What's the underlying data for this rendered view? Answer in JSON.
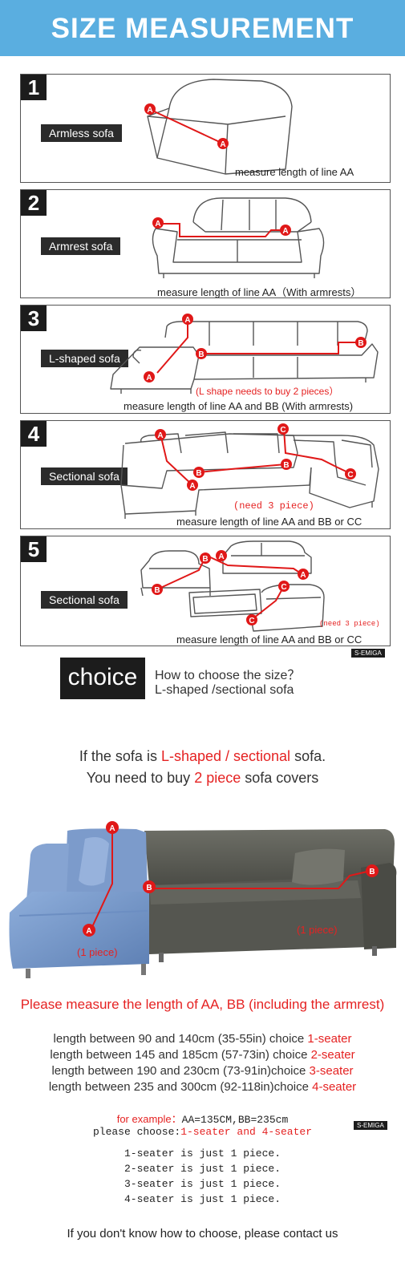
{
  "header": {
    "title": "SIZE MEASUREMENT"
  },
  "panels": [
    {
      "num": "1",
      "type": "Armless sofa",
      "caption": "measure length of line AA"
    },
    {
      "num": "2",
      "type": "Armrest sofa",
      "caption": "measure length of line AA（With armrests）"
    },
    {
      "num": "3",
      "type": "L-shaped sofa",
      "note": "(L shape needs to buy 2 pieces）",
      "caption": "measure length of line AA and BB (With armrests)"
    },
    {
      "num": "4",
      "type": "Sectional sofa",
      "note": "(need 3 piece)",
      "caption": "measure length of line AA and BB or CC"
    },
    {
      "num": "5",
      "type": "Sectional sofa",
      "note": "(need 3 piece)",
      "caption": "measure length of line AA and BB or CC"
    }
  ],
  "markers": {
    "a": "A",
    "b": "B",
    "c": "C"
  },
  "brand": "S-EMIGA",
  "choice": {
    "label": "choice",
    "question_1": "How to choose the size？",
    "question_2": "L-shaped /sectional sofa"
  },
  "advice": {
    "line1_pre": "If the sofa is ",
    "line1_red": "L-shaped / sectional",
    "line1_post": " sofa.",
    "line2_pre": "You need to buy ",
    "line2_red": "2 piece",
    "line2_post": "  sofa covers"
  },
  "photo": {
    "piece_label_left": "(1 piece)",
    "piece_label_right": "(1 piece)"
  },
  "measure_note": "Please measure the length of AA, BB (including the armrest)",
  "size_rules": [
    {
      "text": "length between 90 and 140cm (35-55in) choice ",
      "choice": "1-seater"
    },
    {
      "text": "length between 145 and 185cm (57-73in) choice ",
      "choice": "2-seater"
    },
    {
      "text": "length between 190 and 230cm (73-91in)choice ",
      "choice": "3-seater"
    },
    {
      "text": "length between 235 and 300cm (92-118in)choice ",
      "choice": "4-seater"
    }
  ],
  "example": {
    "label": "for example：",
    "value": "AA=135CM,BB=235cm",
    "please": "please choose:",
    "choice": "1-seater and 4-seater"
  },
  "pieces": [
    "1-seater is just 1 piece.",
    "2-seater is just 1 piece.",
    "3-seater is just 1 piece.",
    "4-seater is just 1 piece."
  ],
  "contact": "If you don't know how to choose, please contact us",
  "colors": {
    "banner": "#5aaee0",
    "accent_red": "#e52222",
    "dark_label": "#1c1c1c"
  }
}
